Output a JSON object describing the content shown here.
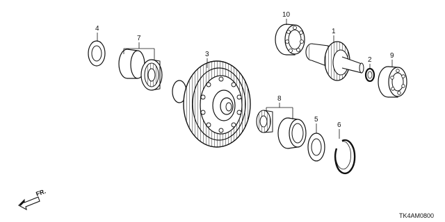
{
  "diagram_code": "TK4AM0800",
  "direction_label": "FR.",
  "callouts": [
    "1",
    "2",
    "3",
    "4",
    "5",
    "6",
    "7",
    "8",
    "9",
    "10"
  ],
  "parts": [
    {
      "id": "1",
      "icon": "countershaft-gear-icon"
    },
    {
      "id": "2",
      "icon": "snap-ring-icon"
    },
    {
      "id": "3",
      "icon": "final-driven-gear-icon"
    },
    {
      "id": "4",
      "icon": "shim-washer-icon"
    },
    {
      "id": "5",
      "icon": "shim-washer-icon"
    },
    {
      "id": "6",
      "icon": "snap-ring-icon"
    },
    {
      "id": "7",
      "icon": "tapered-roller-bearing-icon"
    },
    {
      "id": "8",
      "icon": "tapered-roller-bearing-icon"
    },
    {
      "id": "9",
      "icon": "ball-bearing-icon"
    },
    {
      "id": "10",
      "icon": "ball-bearing-icon"
    }
  ]
}
